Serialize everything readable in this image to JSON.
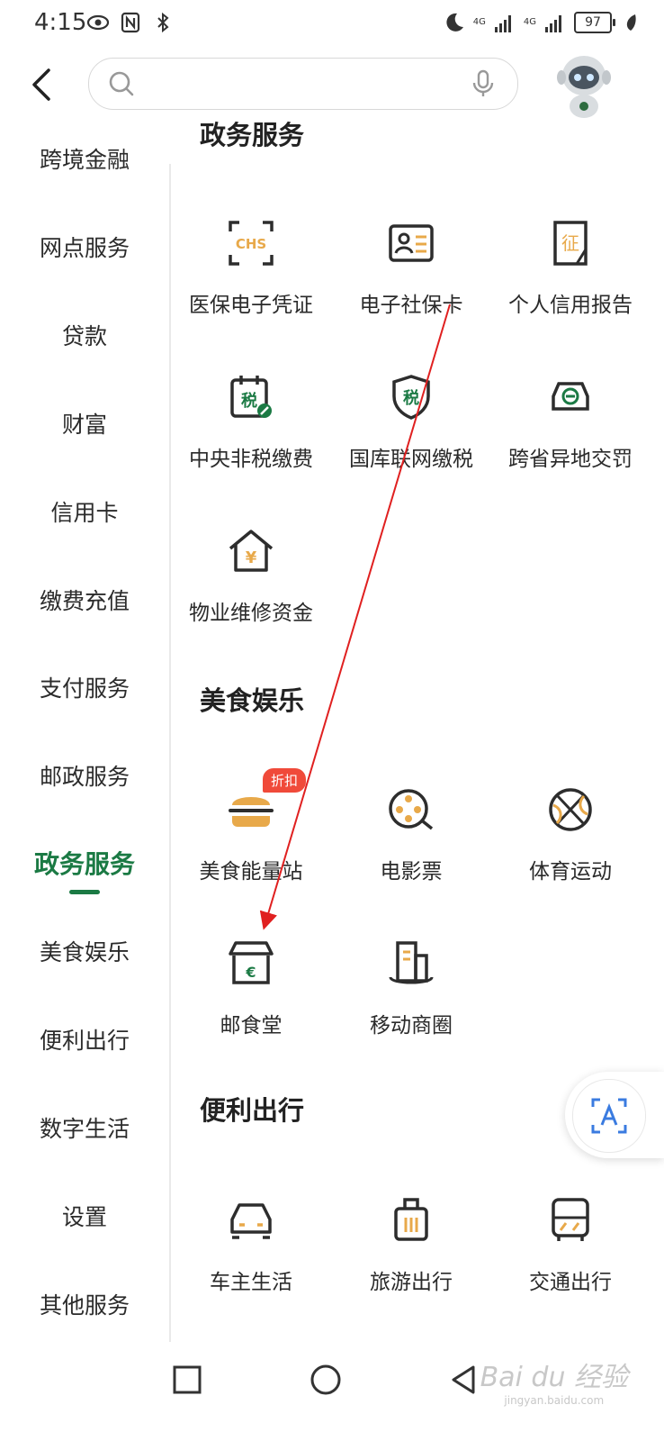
{
  "status_bar": {
    "time": "4:15",
    "battery": "97",
    "network_1": "4G",
    "network_2": "4G"
  },
  "search": {
    "placeholder": ""
  },
  "sidebar": {
    "items": [
      {
        "label": "跨境金融"
      },
      {
        "label": "网点服务"
      },
      {
        "label": "贷款"
      },
      {
        "label": "财富"
      },
      {
        "label": "信用卡"
      },
      {
        "label": "缴费充值"
      },
      {
        "label": "支付服务"
      },
      {
        "label": "邮政服务"
      },
      {
        "label": "政务服务",
        "active": true
      },
      {
        "label": "美食娱乐"
      },
      {
        "label": "便利出行"
      },
      {
        "label": "数字生活"
      },
      {
        "label": "设置"
      },
      {
        "label": "其他服务"
      }
    ]
  },
  "sections": {
    "gov": {
      "title": "政务服务",
      "items": [
        {
          "label": "医保电子凭证",
          "icon": "medical-insurance-chs-icon"
        },
        {
          "label": "电子社保卡",
          "icon": "social-security-card-icon"
        },
        {
          "label": "个人信用报告",
          "icon": "credit-report-icon"
        },
        {
          "label": "中央非税缴费",
          "icon": "tax-calendar-icon"
        },
        {
          "label": "国库联网缴税",
          "icon": "tax-shield-icon"
        },
        {
          "label": "跨省异地交罚",
          "icon": "traffic-fine-car-icon"
        },
        {
          "label": "物业维修资金",
          "icon": "house-yen-icon"
        }
      ]
    },
    "food": {
      "title": "美食娱乐",
      "badge": "折扣",
      "items": [
        {
          "label": "美食能量站",
          "icon": "burger-icon"
        },
        {
          "label": "电影票",
          "icon": "film-reel-icon"
        },
        {
          "label": "体育运动",
          "icon": "basketball-icon"
        },
        {
          "label": "邮食堂",
          "icon": "shop-icon"
        },
        {
          "label": "移动商圈",
          "icon": "building-icon"
        }
      ]
    },
    "travel": {
      "title": "便利出行",
      "items": [
        {
          "label": "车主生活",
          "icon": "car-icon"
        },
        {
          "label": "旅游出行",
          "icon": "luggage-icon"
        },
        {
          "label": "交通出行",
          "icon": "bus-icon"
        }
      ]
    }
  },
  "watermark": {
    "text": "Bai du 经验",
    "sub": "jingyan.baidu.com"
  },
  "colors": {
    "accent_green": "#1b7a44",
    "icon_dark": "#2d2d2d",
    "icon_orange": "#e8a94a",
    "badge_red": "#f04a3a",
    "arrow_red": "#e02020"
  }
}
